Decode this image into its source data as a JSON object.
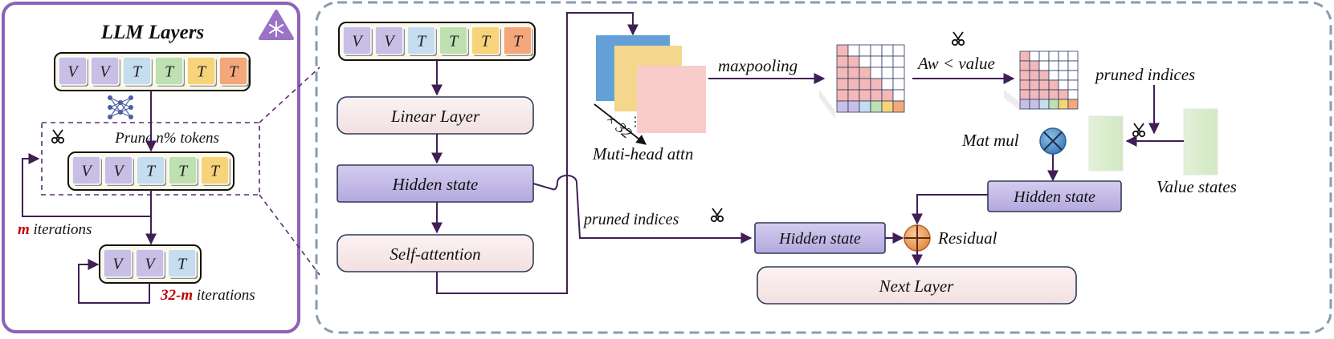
{
  "left_panel": {
    "title": "LLM Layers",
    "tokens_top": [
      "V",
      "V",
      "T",
      "T",
      "T",
      "T"
    ],
    "prune_label": "Prune n% tokens",
    "tokens_mid": [
      "V",
      "V",
      "T",
      "T",
      "T"
    ],
    "m_prefix": "m",
    "m_suffix": " iterations",
    "tokens_bottom": [
      "V",
      "V",
      "T"
    ],
    "rest_prefix": "32-m",
    "rest_suffix": " iterations",
    "icons": {
      "freeze": "snowflake-icon",
      "network": "neural-network-icon",
      "prune": "scissors-icon"
    }
  },
  "right_panel": {
    "tokens": [
      "V",
      "V",
      "T",
      "T",
      "T",
      "T"
    ],
    "linear_layer": "Linear Layer",
    "hidden_state_main": "Hidden state",
    "self_attention": "Self-attention",
    "heads_count": "× 32",
    "heads_dots": "⋮",
    "multi_head_label": "Muti-head attn",
    "maxpooling_label": "maxpooling",
    "threshold_label": "Aw < value",
    "pruned_indices_top": "pruned indices",
    "mat_mul_label": "Mat mul",
    "value_states_label": "Value states",
    "hidden_state_right": "Hidden state",
    "pruned_indices_bottom": "pruned  indices",
    "hidden_state_bottom": "Hidden state",
    "residual_label": "Residual",
    "next_layer": "Next Layer"
  },
  "colors": {
    "V": "#c8bfe7",
    "T_blue": "#c6dcef",
    "T_green": "#bfe0b0",
    "T_yellow": "#f7d37a",
    "T_orange": "#f4a77a",
    "frame_purple": "#8e60b8",
    "dashed_gray": "#8a9bb0",
    "line": "#3f1f55",
    "pink_box": "#f7e9e9",
    "purple_box": "#c6bfe6",
    "accent_red": "#c00000",
    "matmul_blue": "#5b9bd5",
    "residual_orange": "#f4a460"
  }
}
